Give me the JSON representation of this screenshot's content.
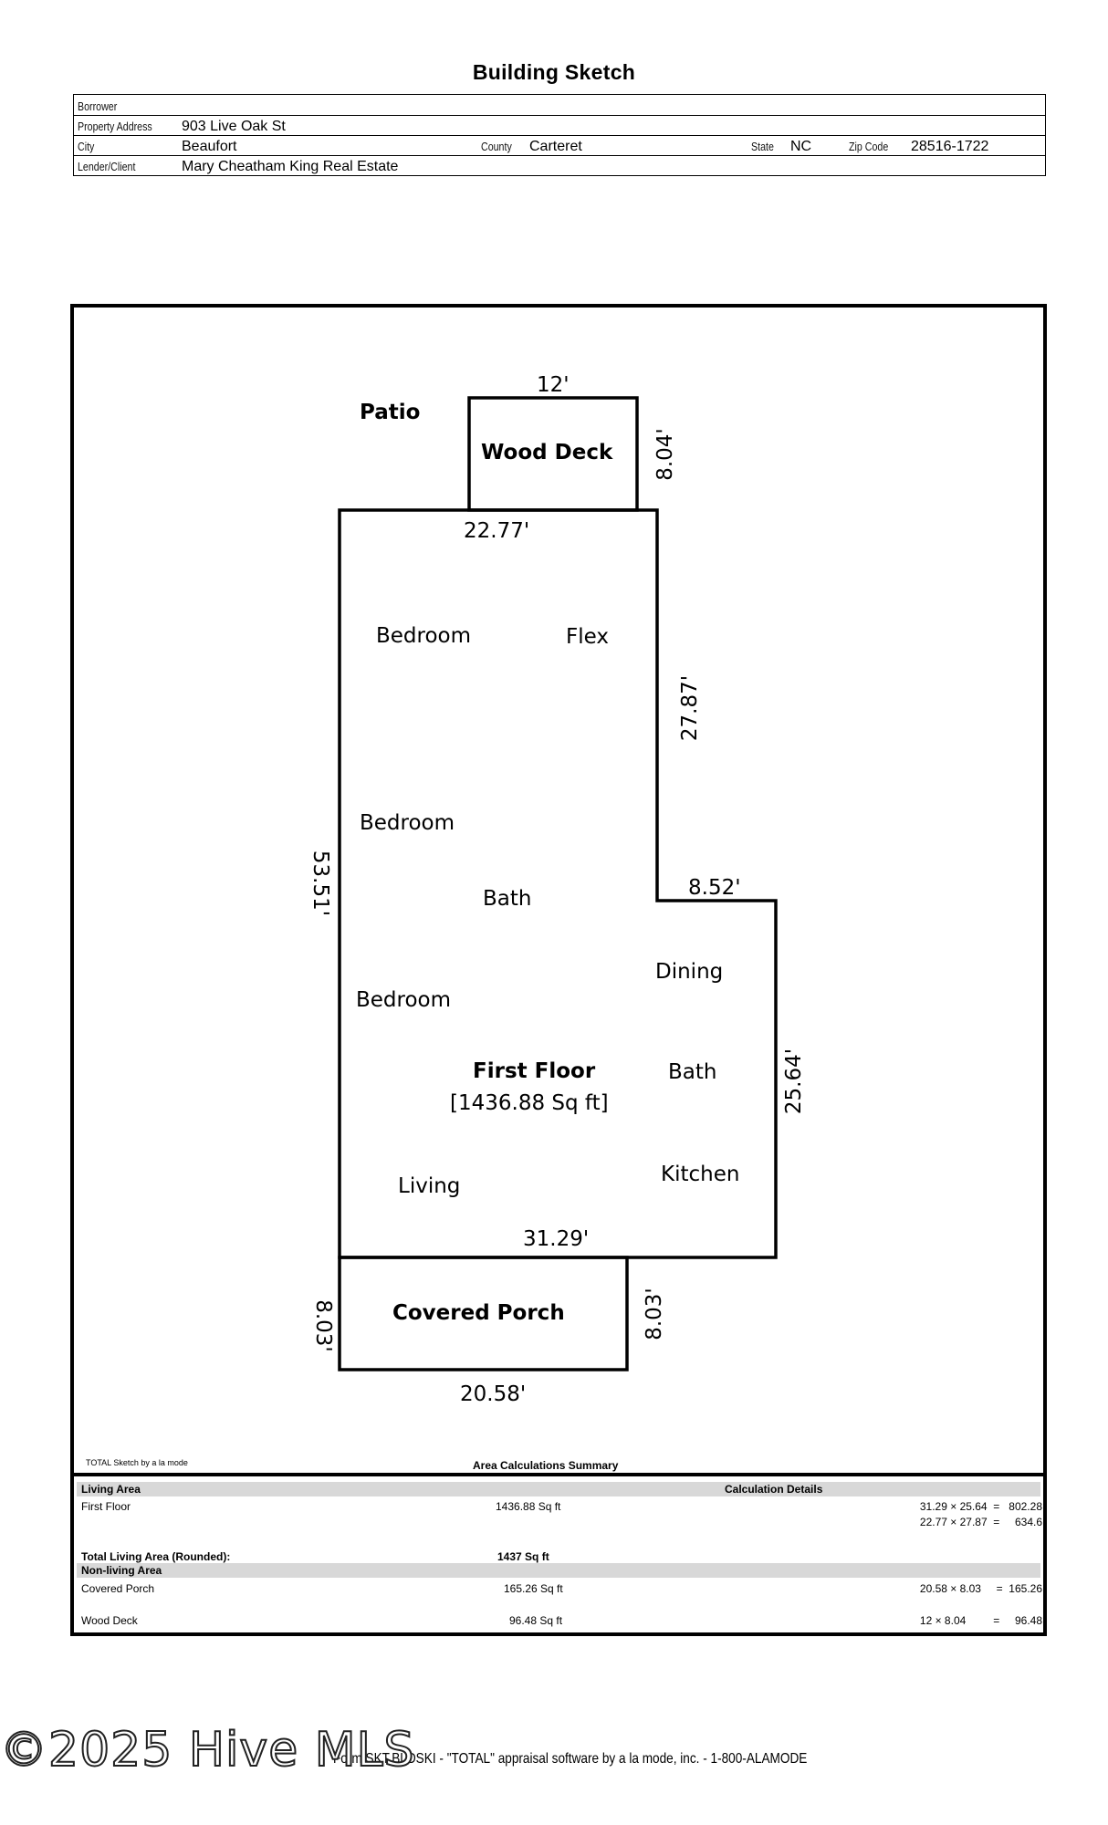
{
  "header": {
    "title": "Building Sketch"
  },
  "info": {
    "borrower_label": "Borrower",
    "borrower_value": "",
    "address_label": "Property Address",
    "address_value": "903 Live Oak St",
    "city_label": "City",
    "city_value": "Beaufort",
    "county_label": "County",
    "county_value": "Carteret",
    "state_label": "State",
    "state_value": "NC",
    "zip_label": "Zip Code",
    "zip_value": "28516-1722",
    "lender_label": "Lender/Client",
    "lender_value": "Mary Cheatham King Real Estate"
  },
  "sketch": {
    "labels": {
      "patio": "Patio",
      "wood_deck": "Wood Deck",
      "bedroom1": "Bedroom",
      "flex": "Flex",
      "bedroom2": "Bedroom",
      "bath1": "Bath",
      "dining": "Dining",
      "bedroom3": "Bedroom",
      "first_floor": "First Floor",
      "first_floor_area": "[1436.88 Sq ft]",
      "bath2": "Bath",
      "kitchen": "Kitchen",
      "living": "Living",
      "covered_porch": "Covered Porch"
    },
    "dimensions": {
      "deck_top": "12'",
      "deck_right": "8.04'",
      "main_top": "22.77'",
      "main_right_upper": "27.87'",
      "main_left": "53.51'",
      "step": "8.52'",
      "main_right_lower": "25.64'",
      "main_bottom": "31.29'",
      "porch_left": "8.03'",
      "porch_right": "8.03'",
      "porch_bottom": "20.58'"
    }
  },
  "summary": {
    "credit": "TOTAL Sketch by a la mode",
    "title": "Area Calculations Summary",
    "living_header": "Living Area",
    "details_header": "Calculation Details",
    "first_floor_label": "First Floor",
    "first_floor_area": "1436.88 Sq ft",
    "calc1": "31.29 × 25.64  =   802.28",
    "calc2": "22.77 × 27.87  =     634.6",
    "total_label": "Total Living Area (Rounded):",
    "total_value": "1437 Sq ft",
    "nonliving_header": "Non-living Area",
    "porch_label": "Covered Porch",
    "porch_area": "165.26 Sq ft",
    "porch_calc": "20.58 × 8.03     =  165.26",
    "deck_label": "Wood Deck",
    "deck_area": "96.48 Sq ft",
    "deck_calc": "12 × 8.04         =     96.48"
  },
  "footer": {
    "copyright": "©2025 Hive MLS",
    "note": "Form SKT.BLDSKI - \"TOTAL\" appraisal software by a la mode, inc. - 1-800-ALAMODE"
  }
}
